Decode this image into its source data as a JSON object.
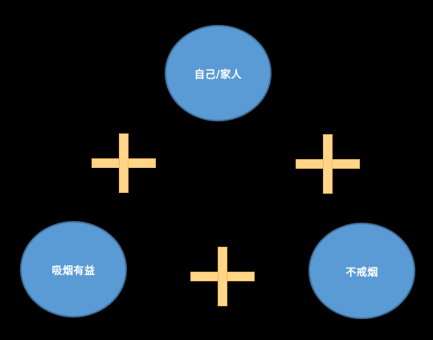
{
  "nodes": {
    "top": {
      "label": "自己/家人"
    },
    "left": {
      "label": "吸烟有益"
    },
    "right": {
      "label": "不戒烟"
    }
  },
  "relations": [
    {
      "between": [
        "top",
        "left"
      ],
      "sign": "+"
    },
    {
      "between": [
        "top",
        "right"
      ],
      "sign": "+"
    },
    {
      "between": [
        "left",
        "right"
      ],
      "sign": "+"
    }
  ],
  "colors": {
    "background": "#000000",
    "node_fill": "#5B9BD5",
    "node_border": "#41719C",
    "node_text": "#FFFFFF",
    "plus_fill": "#FFD58A"
  }
}
